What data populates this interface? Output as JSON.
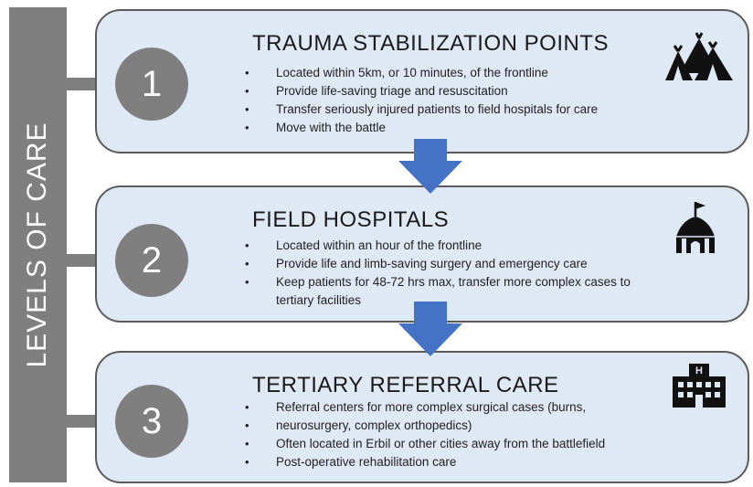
{
  "side_title": "LEVELS OF CARE",
  "levels": [
    {
      "number": "1",
      "title": "TRAUMA STABILIZATION POINTS",
      "icon": "tents-icon",
      "bullets": [
        "Located within 5km, or 10 minutes, of the frontline",
        "Provide life-saving triage and resuscitation",
        "Transfer seriously injured patients to field hospitals for care",
        "Move with the battle"
      ]
    },
    {
      "number": "2",
      "title": "FIELD HOSPITALS",
      "icon": "field-tent-icon",
      "bullets": [
        "Located within an hour of the frontline",
        "Provide life and limb-saving surgery and emergency care",
        "Keep patients for 48-72 hrs max, transfer more complex cases to",
        "tertiary facilities"
      ]
    },
    {
      "number": "3",
      "title": "TERTIARY REFERRAL CARE",
      "icon": "hospital-building-icon",
      "hospital_sign": "H",
      "bullets": [
        "Referral centers for more complex surgical cases (burns,",
        "neurosurgery, complex orthopedics)",
        "Often located in Erbil or other cities away from the battlefield",
        "Post-operative rehabilitation care"
      ]
    }
  ],
  "colors": {
    "panel_fill": "#dfe8f5",
    "panel_border": "#5b5b5b",
    "circle_gray": "#7f7f7f",
    "arrow_blue": "#4472c4"
  }
}
